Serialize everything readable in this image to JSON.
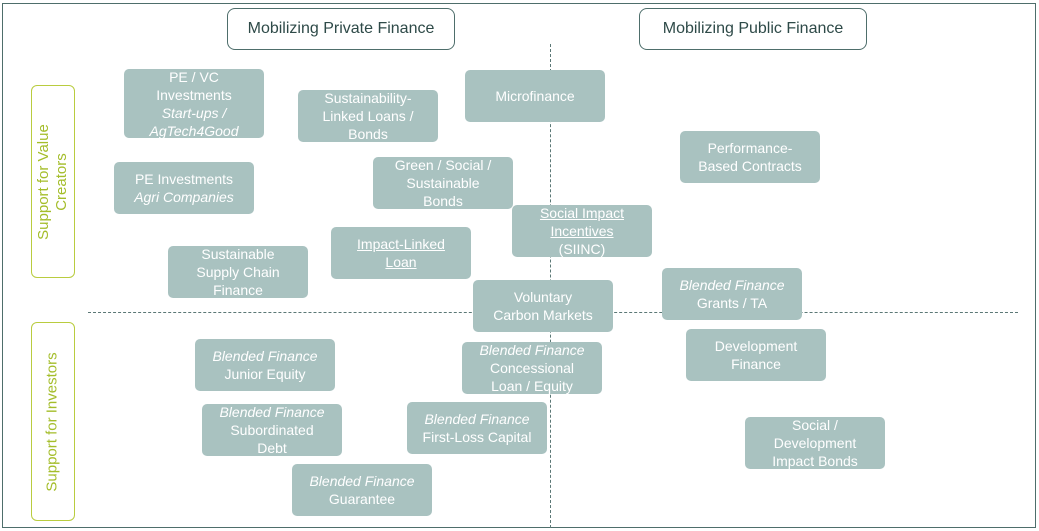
{
  "headers": {
    "private": "Mobilizing Private Finance",
    "public": "Mobilizing Public Finance"
  },
  "side_labels": {
    "value_creators": [
      "Support for Value",
      "Creators"
    ],
    "investors": "Support for Investors"
  },
  "boxes": {
    "pe_vc": {
      "lines": [
        "PE / VC",
        "Investments"
      ],
      "italic": [
        "Start-ups /",
        "AgTech4Good"
      ]
    },
    "pe_investments": {
      "lines": [
        "PE Investments"
      ],
      "italic": [
        "Agri Companies"
      ]
    },
    "sll": {
      "lines": [
        "Sustainability-",
        "Linked Loans /",
        "Bonds"
      ]
    },
    "microfinance": {
      "lines": [
        "Microfinance"
      ]
    },
    "performance": {
      "lines": [
        "Performance-",
        "Based Contracts"
      ]
    },
    "green_bonds": {
      "lines": [
        "Green / Social /",
        "Sustainable",
        "Bonds"
      ]
    },
    "siinc": {
      "underlined": [
        "Social Impact",
        "Incentives"
      ],
      "lines": [
        "(SIINC)"
      ]
    },
    "impact_linked": {
      "underlined": [
        "Impact-Linked",
        "Loan"
      ]
    },
    "supply_chain": {
      "lines": [
        "Sustainable",
        "Supply Chain",
        "Finance"
      ]
    },
    "voluntary_carbon": {
      "lines": [
        "Voluntary",
        "Carbon Markets"
      ]
    },
    "grants_ta": {
      "italic": [
        "Blended Finance"
      ],
      "lines": [
        "Grants / TA"
      ]
    },
    "junior_equity": {
      "italic": [
        "Blended Finance"
      ],
      "lines": [
        "Junior Equity"
      ]
    },
    "concessional": {
      "italic": [
        "Blended Finance"
      ],
      "lines": [
        "Concessional",
        "Loan / Equity"
      ]
    },
    "development_finance": {
      "lines": [
        "Development",
        "Finance"
      ]
    },
    "subordinated": {
      "italic": [
        "Blended Finance"
      ],
      "lines": [
        "Subordinated",
        "Debt"
      ]
    },
    "first_loss": {
      "italic": [
        "Blended Finance"
      ],
      "lines": [
        "First-Loss Capital"
      ]
    },
    "impact_bonds": {
      "lines": [
        "Social /",
        "Development",
        "Impact Bonds"
      ]
    },
    "guarantee": {
      "italic": [
        "Blended Finance"
      ],
      "lines": [
        "Guarantee"
      ]
    }
  }
}
